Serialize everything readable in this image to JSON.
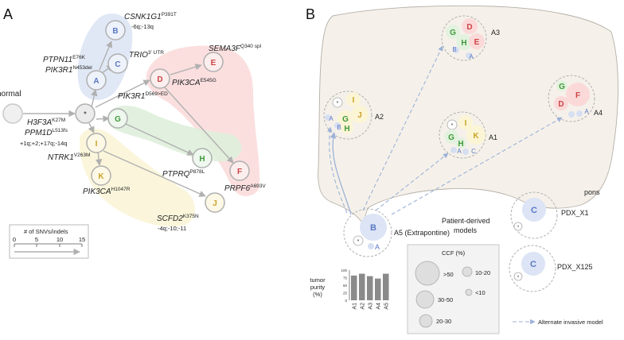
{
  "panels": {
    "a": "A",
    "b": "B"
  },
  "clones": {
    "root": "*",
    "A": "A",
    "B": "B",
    "C": "C",
    "D": "D",
    "E": "E",
    "F": "F",
    "G": "G",
    "H": "H",
    "I": "I",
    "J": "J",
    "K": "K"
  },
  "tree": {
    "normal": "normal",
    "root_genes": [
      {
        "gene": "H3F3A",
        "sup": "K27M"
      },
      {
        "gene": "PPM1D",
        "sup": "L513fs"
      }
    ],
    "root_cn": "+1q;+2;+17q;-14q",
    "nodes": {
      "B": {
        "gene": "CSNK1G1",
        "sup": "P391T",
        "cn": "-6q;-13q"
      },
      "C": {
        "gene": "TRIO",
        "sup": "3' UTR"
      },
      "A": [
        {
          "gene": "PTPN11",
          "sup": "E76K"
        },
        {
          "gene": "PIK3R1",
          "sup": "N453del"
        }
      ],
      "E": {
        "gene": "SEMA3F",
        "sup": "Q340 spl"
      },
      "D": {
        "gene": "PIK3CA",
        "sup": "E545G"
      },
      "G": {
        "gene": "PIK3R1",
        "sup": "D569>ED"
      },
      "H": {
        "gene": "PTPRQ",
        "sup": "P878L"
      },
      "F": {
        "gene": "PRPF6",
        "sup": "A693V"
      },
      "I": {
        "gene": "NTRK1",
        "sup": "V263M"
      },
      "K": {
        "gene": "PIK3CA",
        "sup": "H1047R"
      },
      "J": {
        "gene": "SCFD2",
        "sup": "K375N",
        "cn": "-4q;-10;-11"
      }
    }
  },
  "scale": {
    "title": "# of SNVs/indels",
    "ticks": [
      "0",
      "5",
      "10",
      "15"
    ]
  },
  "regions": {
    "A1": "A1",
    "A2": "A2",
    "A3": "A3",
    "A4": "A4",
    "A5": "A5 (Extrapontine)",
    "pons": "pons",
    "pdx_title": [
      "Patient-derived",
      "models"
    ],
    "pdx1": "PDX_X1",
    "pdx2": "PDX_X125"
  },
  "purity": {
    "label": [
      "tumor",
      "purity",
      "(%)"
    ],
    "yticks": [
      "100",
      "75",
      "50",
      "25",
      "0"
    ],
    "categories": [
      "A1",
      "A2",
      "A3",
      "A4",
      "A5"
    ],
    "values": [
      82,
      88,
      80,
      72,
      88
    ]
  },
  "ccf_legend": {
    "title": "CCF (%)",
    "items": [
      ">50",
      "10-20",
      "30-50",
      "<10",
      "20-30"
    ]
  },
  "alt_model": "Alternate invasive model",
  "colors": {
    "blue_region": "#dde6f5",
    "red_region": "#fbdcdc",
    "green_region": "#dff0dc",
    "yellow_region": "#fbf5d7",
    "pons": "#f5f1ea",
    "blue_text": "#5b78c2",
    "red_text": "#cc4444",
    "green_text": "#3f9a3b",
    "yellow_text": "#c9a227"
  }
}
